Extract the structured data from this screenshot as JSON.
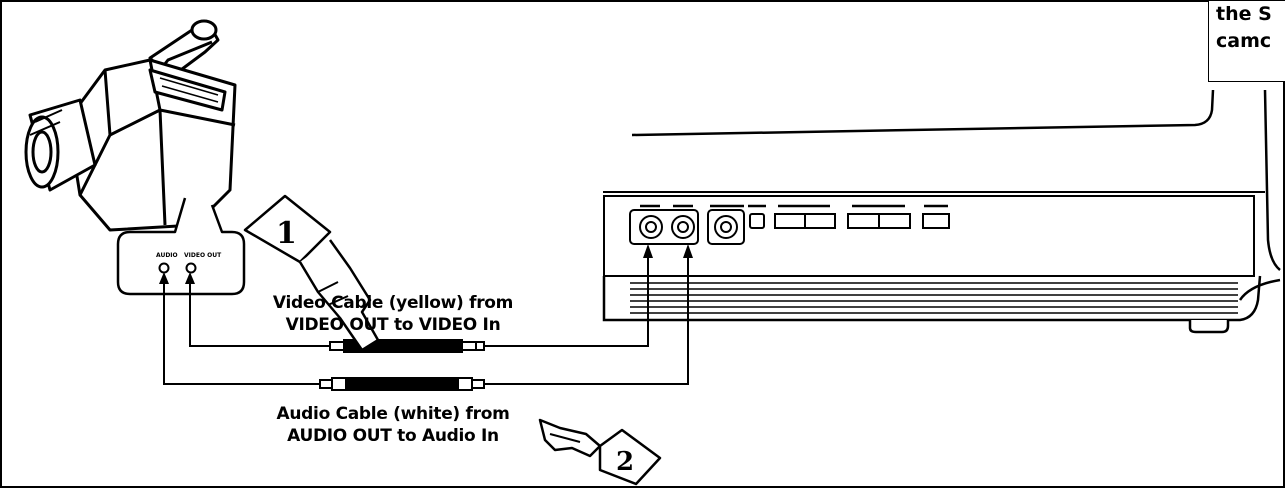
{
  "video_cable": {
    "line1": "Video Cable (yellow) from",
    "line2": "VIDEO OUT to VIDEO In"
  },
  "audio_cable": {
    "line1": "Audio Cable (white) from",
    "line2": "AUDIO OUT to Audio In"
  },
  "step_markers": [
    "1",
    "2"
  ],
  "note_box": {
    "line1": "the S",
    "line2": "camc"
  },
  "camcorder_ports": {
    "audio_label": "AUDIO",
    "video_label": "VIDEO OUT"
  }
}
